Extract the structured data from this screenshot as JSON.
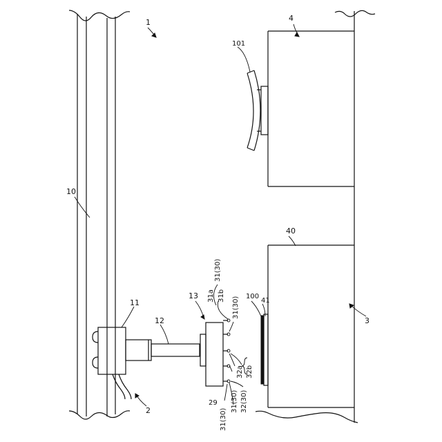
{
  "labels": {
    "device": "1",
    "robot": "2",
    "first_station": "3",
    "second_station": "4",
    "rail": "10",
    "carriage": "11",
    "arm": "12",
    "hand": "13",
    "hand_body": "29",
    "lower_stage": "40",
    "plate": "41",
    "substrate": "100",
    "curved_workpiece": "101",
    "holder_top_a": "31a",
    "holder_top_b": "31b",
    "holder_top_group": "31(30)",
    "holder_right": "31(30)",
    "holder_32a": "32a",
    "holder_32b": "32b",
    "holder_bottom_1": "31(30)",
    "holder_bottom_2": "31(30)",
    "holder_bottom_3": "32(30)"
  }
}
